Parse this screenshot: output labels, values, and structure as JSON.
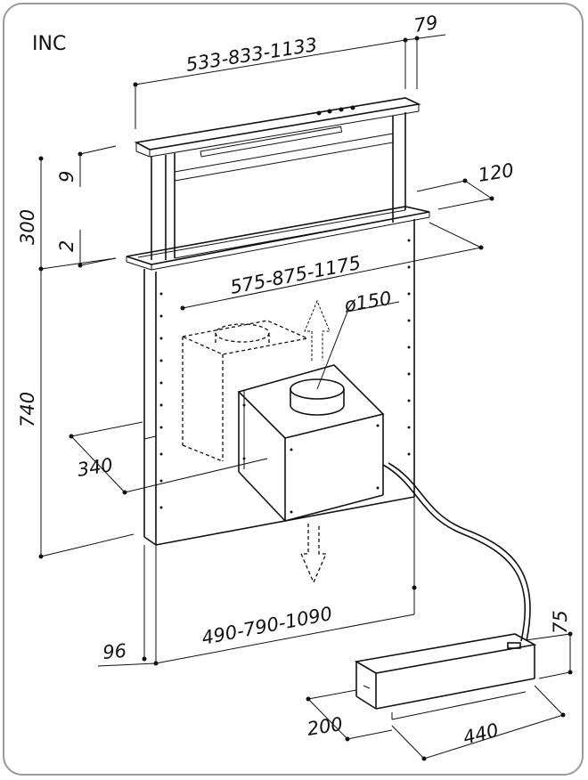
{
  "label": "INC",
  "dimensions": {
    "top_width": "533-833-1133",
    "top_depth": "79",
    "top_thickness": "9",
    "total_height": "300",
    "rim_gap": "2",
    "side_depth": "120",
    "cutout_width": "575-875-1175",
    "duct_diameter": "ø150",
    "body_height": "740",
    "motor_offset": "340",
    "body_width": "490-790-1090",
    "body_depth": "96",
    "motor_height": "75",
    "motor_depth": "200",
    "motor_width": "440"
  }
}
